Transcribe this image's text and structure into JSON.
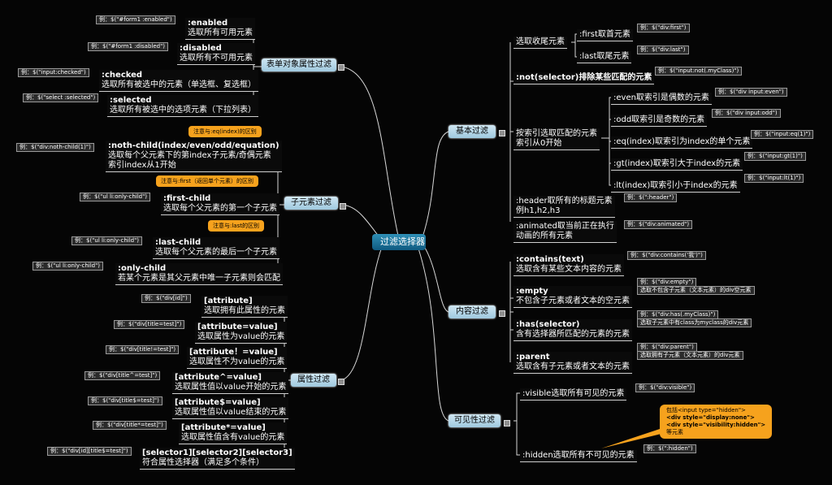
{
  "center": "过滤选择器",
  "topics": {
    "form_attr": "表单对象属性过滤",
    "child": "子元素过滤",
    "attr": "属性过滤",
    "basic": "基本过滤",
    "content": "内容过滤",
    "visible": "可见性过滤"
  },
  "form": {
    "enabled": {
      "title": ":enabled",
      "desc": "选取所有可用元素",
      "ex": "例：$(\"#form1 :enabled\")"
    },
    "disabled": {
      "title": ":disabled",
      "desc": "选取所有不可用元素",
      "ex": "例：$(\"#form1 :disabled\")"
    },
    "checked": {
      "title": ":checked",
      "desc": "选取所有被选中的元素（单选框、复选框）",
      "ex": "例：$(\"input:checked\")"
    },
    "selected": {
      "title": ":selected",
      "desc": "选取所有被选中的选项元素（下拉列表）",
      "ex": "例：$(\"select :selected\")"
    }
  },
  "child": {
    "nth": {
      "title": ":noth-child(index/even/odd/equation)",
      "l2": "选取每个父元素下的第index子元素/奇偶元素",
      "l3": "索引index从1开始",
      "ex": "例：$(\"div:noth-child(1)\")",
      "note": "注意与:eq(index)的区别"
    },
    "first": {
      "title": ":first-child",
      "desc": "选取每个父元素的第一个子元素",
      "ex": "例：$(\"ul li:only-child\")",
      "note": "注意与:first（返回单个元素）的区别"
    },
    "last": {
      "title": ":last-child",
      "desc": "选取每个父元素的最后一个子元素",
      "ex": "例：$(\"ul li:only-child\")",
      "note": "注意与:last的区别"
    },
    "only": {
      "title": ":only-child",
      "desc": "若某个元素是其父元素中唯一子元素则会匹配",
      "ex": "例：$(\"ul li:only-child\")"
    }
  },
  "attr": {
    "a1": {
      "title": "[attribute]",
      "desc": "选取拥有此属性的元素",
      "ex": "例：$(\"div[id]\")"
    },
    "a2": {
      "title": "[attribute=value]",
      "desc": "选取属性为value的元素",
      "ex": "例：$(\"div[title=test]\")"
    },
    "a3": {
      "title": "[attribute！=value]",
      "desc": "选取属性不为value的元素",
      "ex": "例：$(\"div[title!=test]\")"
    },
    "a4": {
      "title": "[attribute^=value]",
      "desc": "选取属性值以value开始的元素",
      "ex": "例：$(\"div[title^=test]\")"
    },
    "a5": {
      "title": "[attribute$=value]",
      "desc": "选取属性值以value结束的元素",
      "ex": "例：$(\"div[title$=test]\")"
    },
    "a6": {
      "title": "[attribute*=value]",
      "desc": "选取属性值含有value的元素",
      "ex": "例：$(\"div[title*=test]\")"
    },
    "a7": {
      "title": "[selector1][selector2][selector3]",
      "desc": "符合属性选择器（满足多个条件）",
      "ex": "例：$(\"div[id][title$=test]\")"
    }
  },
  "basic": {
    "headtail": "选取收尾元素",
    "first": {
      "title": ":first取首元素",
      "ex": "例：$(\"div:first\")"
    },
    "last": {
      "title": ":last取尾元素",
      "ex": "例：$(\"div:last\")"
    },
    "not": {
      "title": ":not(selector)排除某些匹配的元素",
      "ex": "例：$(\"input:not(.myClass)\")"
    },
    "index_l1": "按索引选取匹配的元素",
    "index_l2": "索引从0开始",
    "even": {
      "title": ":even取索引是偶数的元素",
      "ex": "例：$(\"div input:even\")"
    },
    "odd": {
      "title": ":odd取索引是奇数的元素",
      "ex": "例：$(\"div input:odd\")"
    },
    "eq": {
      "title": ":eq(index)取索引为index的单个元素",
      "ex": "例：$(\"input:eq(1)\")"
    },
    "gt": {
      "title": ":gt(index)取索引大于index的元素",
      "ex": "例：$(\"input:gt(1)\")"
    },
    "lt": {
      "title": ":lt(index)取索引小于index的元素",
      "ex": "例：$(\"input:lt(1)\")"
    },
    "header": {
      "l1": ":header取所有的标题元素",
      "l2": "例h1,h2,h3",
      "ex": "例：$(\":header\")"
    },
    "animated": {
      "l1": ":animated取当前正在执行",
      "l2": "动画的所有元素",
      "ex": "例：$(\"div:animated\")"
    }
  },
  "content": {
    "contains": {
      "title": ":contains(text)",
      "desc": "选取含有某些文本内容的元素",
      "ex": "例：$(\"div:contains('我')\")"
    },
    "empty": {
      "title": ":empty",
      "desc": "不包含子元素或者文本的空元素",
      "ex1": "例：$(\"div:empty\")",
      "ex2": "选取不包含子元素（文本元素）的div空元素"
    },
    "has": {
      "title": ":has(selector)",
      "desc": "含有选择器所匹配的元素的元素",
      "ex1": "例：$(\"div:has(.myClass)\")",
      "ex2": "选取子元素中有class为myclass的div元素"
    },
    "parent": {
      "title": ":parent",
      "desc": "选取含有子元素或者文本的元素",
      "ex1": "例：$(\"div:parent\")",
      "ex2": "选取拥有子元素（文本元素）的div元素"
    }
  },
  "visible": {
    "visible": {
      "title": ":visible选取所有可见的元素",
      "ex": "例：$(\"div:visible\")"
    },
    "hidden": {
      "title": ":hidden选取所有不可见的元素",
      "ex": "例：$(\":hidden\")"
    },
    "callout": {
      "l1": "包括<input type=\"hidden\">",
      "l2": "<div style=\"display:none\">",
      "l3": "<div style=\"visibility:hidden\">",
      "l4": "等元素"
    }
  }
}
